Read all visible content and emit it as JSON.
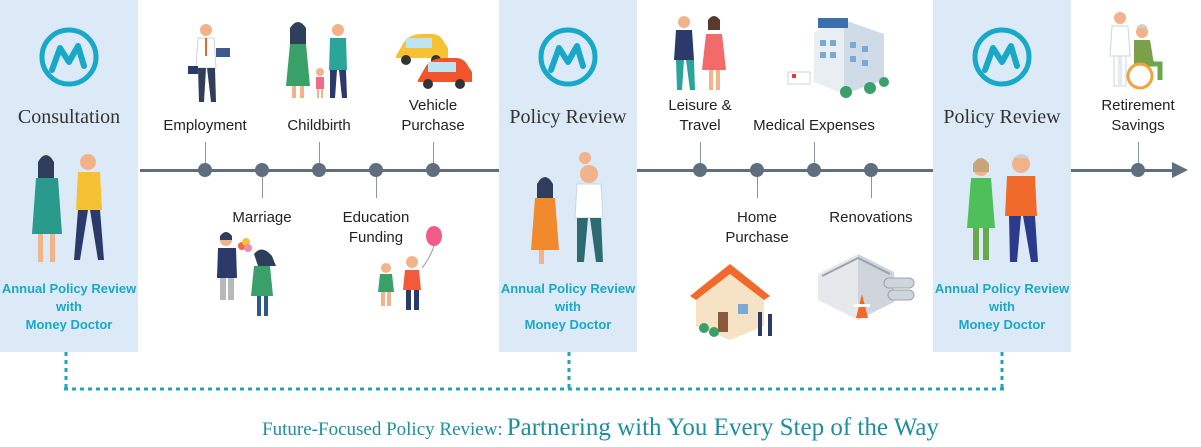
{
  "panels": [
    {
      "title": "Consultation",
      "sub1": "Annual Policy Review",
      "sub2": "with",
      "sub3": "Money Doctor"
    },
    {
      "title": "Policy Review",
      "sub1": "Annual Policy Review",
      "sub2": "with",
      "sub3": "Money Doctor"
    },
    {
      "title": "Policy Review",
      "sub1": "Annual Policy Review",
      "sub2": "with",
      "sub3": "Money Doctor"
    }
  ],
  "milestones_above": [
    {
      "l1": "Employment",
      "l2": ""
    },
    {
      "l1": "Childbirth",
      "l2": ""
    },
    {
      "l1": "Vehicle",
      "l2": "Purchase"
    },
    {
      "l1": "Leisure &",
      "l2": "Travel"
    },
    {
      "l1": "Medical Expenses",
      "l2": ""
    },
    {
      "l1": "Retirement",
      "l2": "Savings"
    }
  ],
  "milestones_below": [
    {
      "l1": "Marriage",
      "l2": ""
    },
    {
      "l1": "Education",
      "l2": "Funding"
    },
    {
      "l1": "Home",
      "l2": "Purchase"
    },
    {
      "l1": "Renovations",
      "l2": ""
    }
  ],
  "footer": {
    "part1": "Future-Focused Policy Review:",
    "part2": "Partnering with You Every Step of the Way"
  },
  "colors": {
    "panel_bg": "#dbeaf6",
    "accent": "#18a8c8",
    "axis": "#5f6f7e",
    "footer": "#1c8fa0"
  },
  "icons": [
    "money-doctor-logo-icon",
    "couple-illustration",
    "businessman-illustration",
    "family-illustration",
    "cars-illustration",
    "couple-flowers-illustration",
    "kids-balloon-illustration",
    "travel-couple-illustration",
    "hospital-illustration",
    "house-illustration",
    "construction-illustration",
    "wheelchair-illustration"
  ]
}
